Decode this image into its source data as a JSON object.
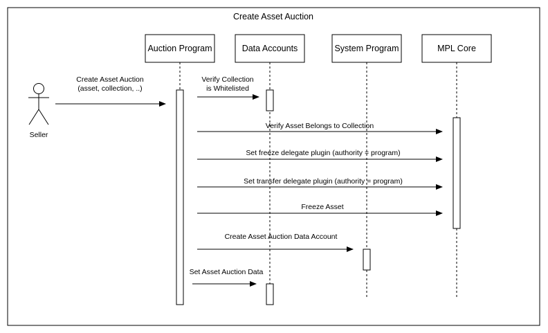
{
  "diagram": {
    "title": "Create Asset Auction",
    "actor": {
      "label": "Seller"
    },
    "participants": [
      {
        "id": "auction",
        "label": "Auction Program"
      },
      {
        "id": "data",
        "label": "Data Accounts"
      },
      {
        "id": "system",
        "label": "System Program"
      },
      {
        "id": "core",
        "label": "MPL Core"
      }
    ],
    "messages": [
      {
        "from": "seller",
        "to": "auction",
        "lines": [
          "Create Asset Auction",
          "(asset, collection, ..)"
        ]
      },
      {
        "from": "auction",
        "to": "data",
        "lines": [
          "Verify Collection",
          "is Whitelisted"
        ]
      },
      {
        "from": "auction",
        "to": "core",
        "lines": [
          "Verify Asset Belongs to Collection"
        ]
      },
      {
        "from": "auction",
        "to": "core",
        "lines": [
          "Set freeze delegate plugin (authority = program)"
        ]
      },
      {
        "from": "auction",
        "to": "core",
        "lines": [
          "Set transfer delegate plugin (authority = program)"
        ]
      },
      {
        "from": "auction",
        "to": "core",
        "lines": [
          "Freeze Asset"
        ]
      },
      {
        "from": "auction",
        "to": "system",
        "lines": [
          "Create Asset Auction Data Account"
        ]
      },
      {
        "from": "auction",
        "to": "data",
        "lines": [
          "Set Asset Auction Data"
        ]
      }
    ]
  }
}
